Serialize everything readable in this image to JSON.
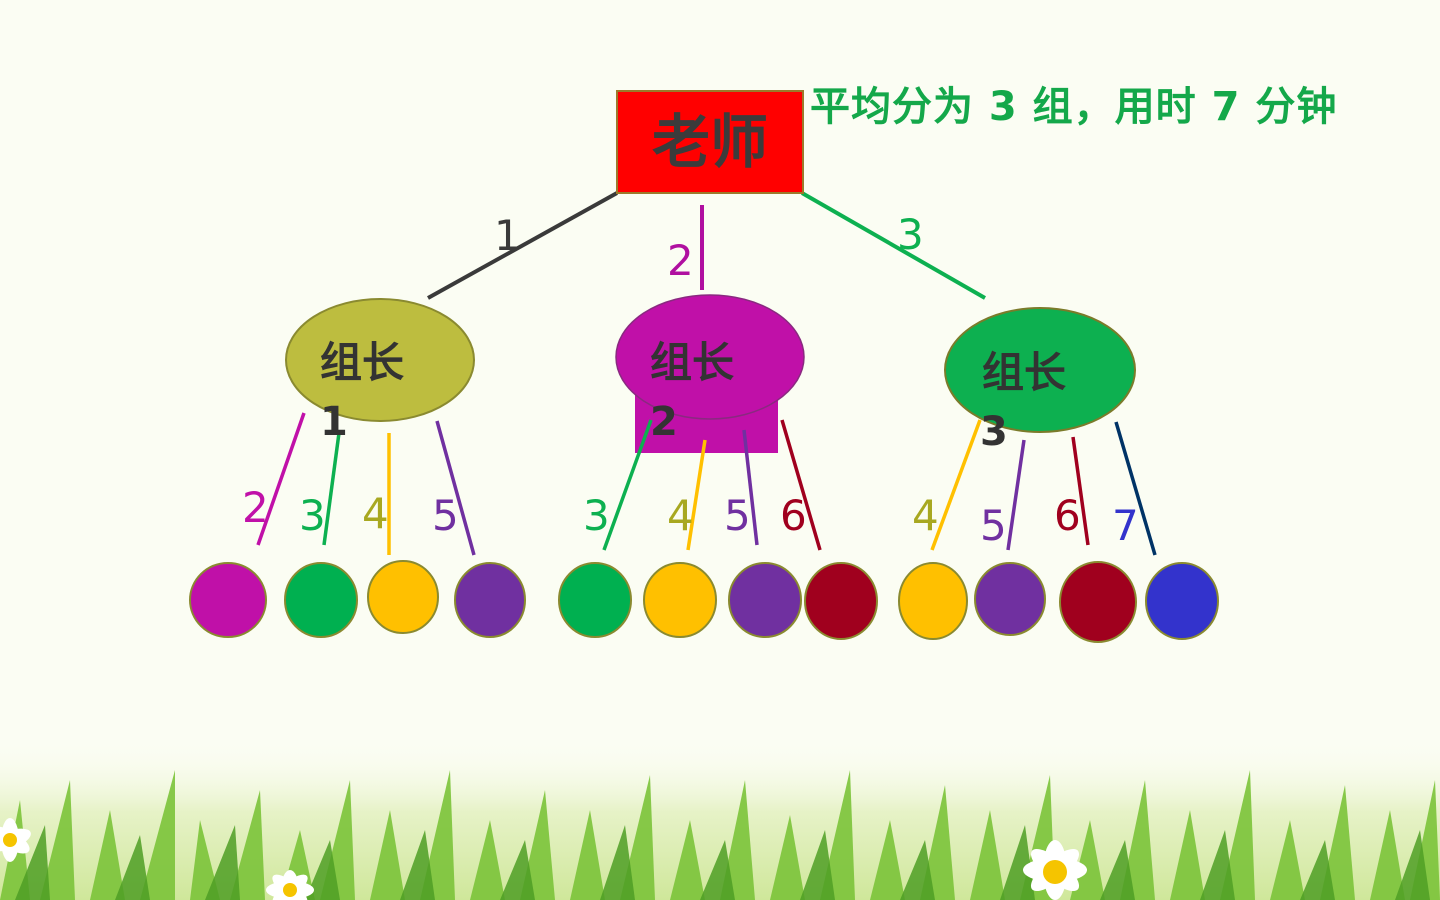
{
  "caption": "平均分为 3 组，用时 7 分钟",
  "teacher": {
    "label": "老师",
    "fill": "#ff0000"
  },
  "leaders": [
    {
      "label": "组长",
      "number": "1",
      "edge_label": "1",
      "fill": "#bdbd3f",
      "edge_color": "#3a3a3a",
      "children": [
        {
          "label": "2",
          "color": "#c010a8"
        },
        {
          "label": "3",
          "color": "#0db050"
        },
        {
          "label": "4",
          "color": "#a8a820"
        },
        {
          "label": "5",
          "color": "#7030a0"
        }
      ]
    },
    {
      "label": "组长",
      "number": "2",
      "edge_label": "2",
      "fill": "#c010a8",
      "edge_color": "#b010a0",
      "children": [
        {
          "label": "3",
          "color": "#0db050"
        },
        {
          "label": "4",
          "color": "#a8a820"
        },
        {
          "label": "5",
          "color": "#7030a0"
        },
        {
          "label": "6",
          "color": "#a0001e"
        }
      ]
    },
    {
      "label": "组长",
      "number": "3",
      "edge_label": "3",
      "fill": "#0db050",
      "edge_color": "#0db050",
      "children": [
        {
          "label": "4",
          "color": "#a8a820"
        },
        {
          "label": "5",
          "color": "#7030a0"
        },
        {
          "label": "6",
          "color": "#a0001e"
        },
        {
          "label": "7",
          "color": "#3333cc"
        }
      ]
    }
  ],
  "member_circles": [
    {
      "fill": "#c010a8"
    },
    {
      "fill": "#00b050"
    },
    {
      "fill": "#ffc000"
    },
    {
      "fill": "#7030a0"
    },
    {
      "fill": "#00b050"
    },
    {
      "fill": "#ffc000"
    },
    {
      "fill": "#7030a0"
    },
    {
      "fill": "#a0001e"
    },
    {
      "fill": "#ffc000"
    },
    {
      "fill": "#7030a0"
    },
    {
      "fill": "#a0001e"
    },
    {
      "fill": "#3333cc"
    }
  ],
  "line_colors": {
    "g1": [
      "#c010a8",
      "#0db050",
      "#ffc000",
      "#7030a0"
    ],
    "g2": [
      "#0db050",
      "#ffc000",
      "#7030a0",
      "#a0001e"
    ],
    "g3": [
      "#ffc000",
      "#7030a0",
      "#a0001e",
      "#003366"
    ]
  }
}
